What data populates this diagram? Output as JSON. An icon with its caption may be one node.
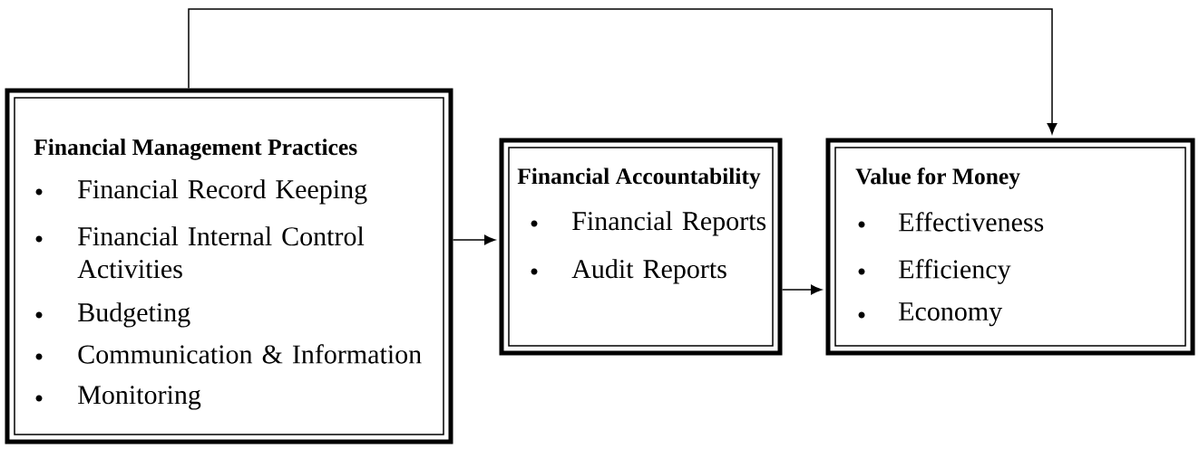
{
  "diagram": {
    "nodes": [
      {
        "text": [
          "Financial Management Practices",
          "Financial Record Keeping",
          "Financial Internal Control Activities",
          "Budgeting",
          "Communication & Information",
          "Monitoring"
        ]
      },
      {
        "text": [
          "Financial Accountability",
          "Financial Reports",
          "Audit Reports"
        ]
      },
      {
        "text": [
          "Value for Money",
          "Effectiveness",
          "Efficiency",
          "Economy"
        ]
      }
    ],
    "edges": [
      {
        "from": 0,
        "to": 1,
        "arrow": "to"
      },
      {
        "from": 1,
        "to": 2,
        "arrow": "to"
      },
      {
        "from": 0,
        "to": 2,
        "arrow": "to"
      }
    ]
  }
}
